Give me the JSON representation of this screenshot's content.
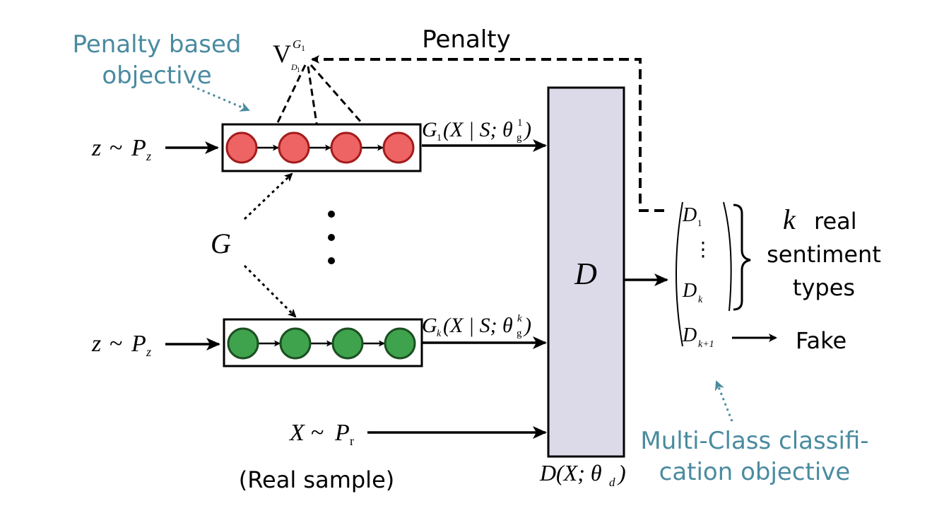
{
  "annotations": {
    "penalty_objective_line1": "Penalty based",
    "penalty_objective_line2": "objective",
    "multiclass_line1": "Multi-Class classifi-",
    "multiclass_line2": "cation objective",
    "color": "#4A8BA0"
  },
  "penalty": {
    "label": "Penalty",
    "v_main": "V",
    "v_sup": "G",
    "v_sup_sub": "1",
    "v_sub": "D",
    "v_sub_sub": "1"
  },
  "inputs": {
    "noise_z": "z",
    "noise_sim": "~",
    "noise_P": "P",
    "noise_sub": "z",
    "real_X": "X",
    "real_sim": "~",
    "real_P": "P",
    "real_sub": "r",
    "real_caption": "(Real sample)"
  },
  "generators": {
    "group_label": "G",
    "g1": {
      "G": "G",
      "idx": "1",
      "rest": "(X | S; θ",
      "theta_sup": "1",
      "theta_sub": "g",
      "close": ")",
      "node_color": "#EE6464",
      "node_stroke": "#A41C1C"
    },
    "gk": {
      "G": "G",
      "idx": "k",
      "rest": "(X | S; θ",
      "theta_sup": "k",
      "theta_sub": "g",
      "close": ")",
      "node_color": "#3FA34D",
      "node_stroke": "#1C4F22"
    }
  },
  "discriminator": {
    "label": "D",
    "fill": "#DCDAE8",
    "func_D": "D",
    "func_rest": "(X; θ",
    "func_sub": "d",
    "func_close": ")"
  },
  "outputs": {
    "d1": "D",
    "d1_sub": "1",
    "dk": "D",
    "dk_sub": "k",
    "dk1": "D",
    "dk1_sub": "k+1",
    "vdots": "⋮",
    "k": "k",
    "real_line1": "real",
    "real_line2": "sentiment",
    "real_line3": "types",
    "fake": "Fake"
  }
}
